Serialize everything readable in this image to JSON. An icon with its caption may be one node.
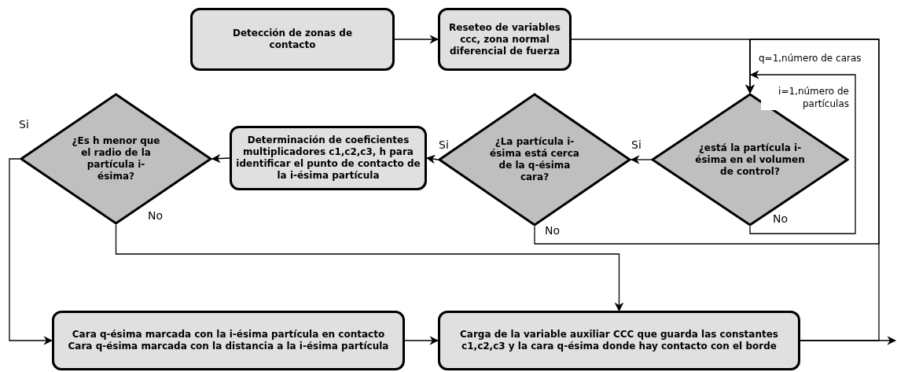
{
  "diagram": {
    "nodes": [
      {
        "text": [
          "Detección de zonas de contacto"
        ]
      },
      {
        "text": [
          "Reseteo de variables ccc, zona normal diferencial de fuerza"
        ]
      },
      {
        "text": [
          "¿está la partícula i-ésima en el volumen de control?"
        ]
      },
      {
        "text": [
          "¿La partícula i-ésima está cerca de la q-ésima cara?"
        ]
      },
      {
        "text": [
          "Determinación de coeficientes multiplicadores c1,c2,c3, h para identificar el punto de contacto de la i-ésima partícula"
        ]
      },
      {
        "text": [
          "¿Es h menor que el radio de la partícula i-ésima?"
        ]
      },
      {
        "text": [
          "Cara q-ésima marcada con la i-ésima partícula en contacto",
          "Cara q-ésima marcada con la distancia a la i-ésima partícula"
        ]
      },
      {
        "text": [
          "Carga de la variable auxiliar CCC que guarda las constantes c1,c2,c3 y la cara q-ésima donde hay contacto con el borde"
        ]
      }
    ],
    "edges": [
      {
        "from": 0,
        "to": 1,
        "arrow": "to"
      },
      {
        "from": 1,
        "to": 2,
        "arrow": "to"
      },
      {
        "from": 7,
        "to": 2,
        "arrow": "to"
      },
      {
        "from": 2,
        "to": 2,
        "arrow": "to",
        "label": "No"
      },
      {
        "from": 3,
        "to": 2,
        "arrow": "to",
        "label": "No"
      },
      {
        "from": 2,
        "to": 3,
        "arrow": "to",
        "label": "Si"
      },
      {
        "from": 3,
        "to": 4,
        "arrow": "to",
        "label": "Si"
      },
      {
        "from": 4,
        "to": 5,
        "arrow": "to"
      },
      {
        "from": 5,
        "to": 6,
        "arrow": "to",
        "label": "Si"
      },
      {
        "from": 5,
        "to": 7,
        "arrow": "to",
        "label": "No"
      },
      {
        "from": 6,
        "to": 7,
        "arrow": "to"
      },
      {
        "from": 7,
        "to": null,
        "arrow": "to"
      }
    ],
    "labels": [
      "q=1,número de caras",
      "i=1,número de partículas"
    ]
  }
}
